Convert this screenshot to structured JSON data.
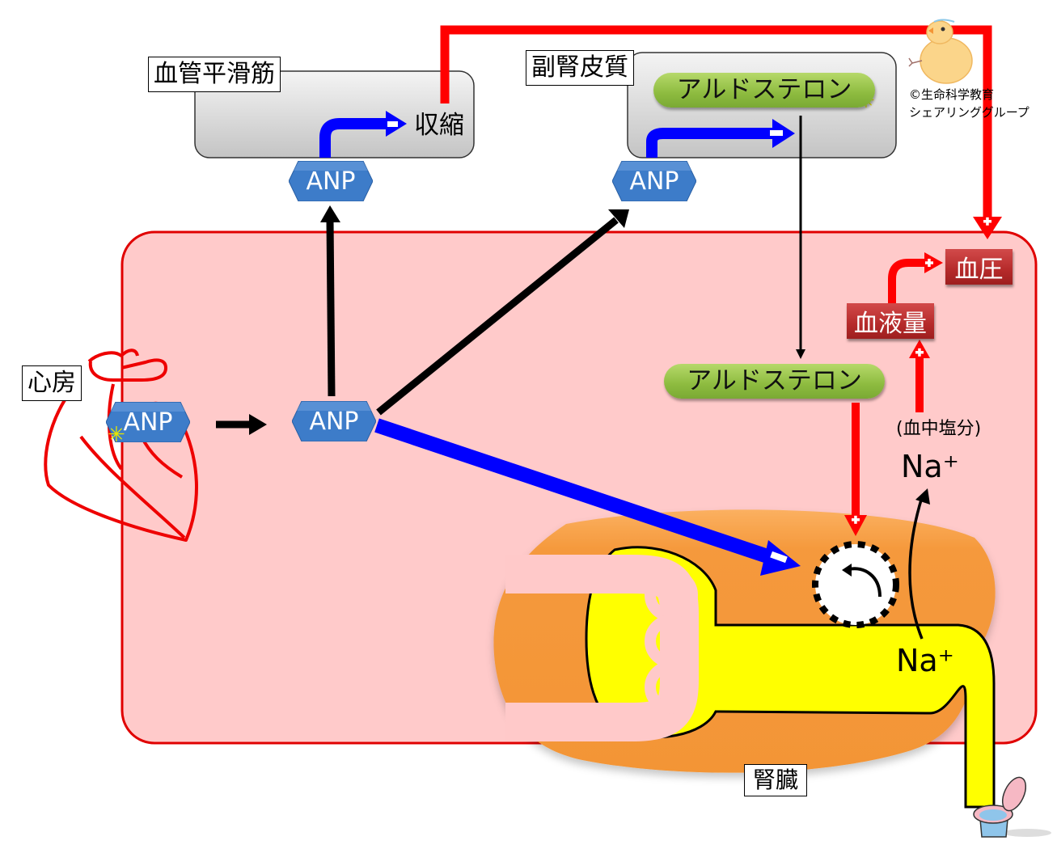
{
  "title": "ANPによる血圧調節",
  "labels": {
    "vascular_smooth_muscle": "血管平滑筋",
    "adrenal_cortex": "副腎皮質",
    "atrium": "心房",
    "kidney": "腎臓"
  },
  "nodes": {
    "anp_vascular": "ANP",
    "anp_adrenal": "ANP",
    "anp_heart": "ANP",
    "anp_center": "ANP",
    "contraction": "収縮",
    "aldosterone_adrenal": "アルドステロン",
    "aldosterone_kidney": "アルドステロン",
    "blood_volume": "血液量",
    "blood_pressure": "血圧",
    "blood_salt": "(血中塩分)",
    "sodium_blood": "Na⁺",
    "sodium_tubule": "Na⁺"
  },
  "signs": {
    "inhibit": "−",
    "promote": "+"
  },
  "copyright": {
    "line1": "©生命科学教育",
    "line2": "シェアリンググループ"
  },
  "colors": {
    "body_fill": "#ffcaca",
    "body_border": "#e00000",
    "inhibit_arrow": "#0000ff",
    "promote_arrow": "#ff0000",
    "anp_hex": "#3d7cc9",
    "kidney": "#f59a3c",
    "tubule": "#ffff00"
  }
}
